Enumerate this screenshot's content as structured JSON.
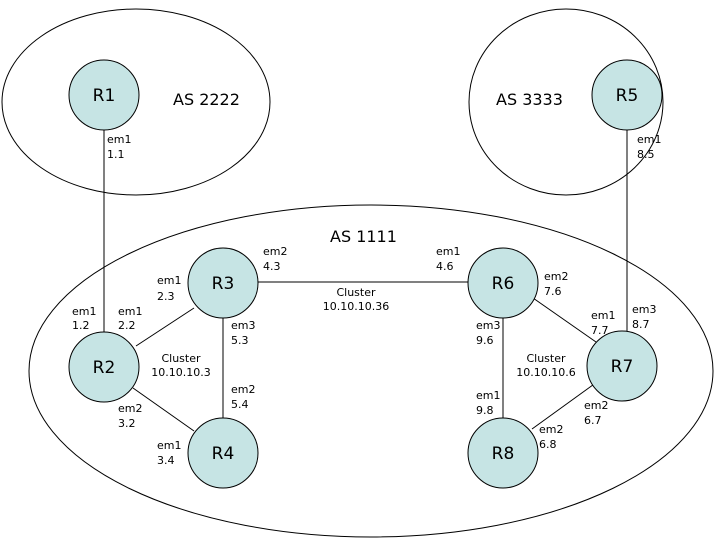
{
  "diagram": {
    "as_areas": [
      {
        "id": "as2222",
        "label": "AS 2222"
      },
      {
        "id": "as3333",
        "label": "AS 3333"
      },
      {
        "id": "as1111",
        "label": "AS 1111"
      }
    ],
    "routers": [
      {
        "id": "r1",
        "label": "R1"
      },
      {
        "id": "r2",
        "label": "R2"
      },
      {
        "id": "r3",
        "label": "R3"
      },
      {
        "id": "r4",
        "label": "R4"
      },
      {
        "id": "r5",
        "label": "R5"
      },
      {
        "id": "r6",
        "label": "R6"
      },
      {
        "id": "r7",
        "label": "R7"
      },
      {
        "id": "r8",
        "label": "R8"
      }
    ],
    "clusters": [
      {
        "title": "Cluster",
        "address": "10.10.10.3"
      },
      {
        "title": "Cluster",
        "address": "10.10.10.36"
      },
      {
        "title": "Cluster",
        "address": "10.10.10.6"
      }
    ],
    "interfaces": [
      {
        "name": "em1",
        "address": "1.1"
      },
      {
        "name": "em1",
        "address": "1.2"
      },
      {
        "name": "em1",
        "address": "2.2"
      },
      {
        "name": "em1",
        "address": "2.3"
      },
      {
        "name": "em2",
        "address": "4.3"
      },
      {
        "name": "em3",
        "address": "5.3"
      },
      {
        "name": "em2",
        "address": "5.4"
      },
      {
        "name": "em2",
        "address": "3.2"
      },
      {
        "name": "em1",
        "address": "3.4"
      },
      {
        "name": "em1",
        "address": "8.5"
      },
      {
        "name": "em1",
        "address": "4.6"
      },
      {
        "name": "em2",
        "address": "7.6"
      },
      {
        "name": "em3",
        "address": "9.6"
      },
      {
        "name": "em1",
        "address": "7.7"
      },
      {
        "name": "em3",
        "address": "8.7"
      },
      {
        "name": "em2",
        "address": "6.7"
      },
      {
        "name": "em1",
        "address": "9.8"
      },
      {
        "name": "em2",
        "address": "6.8"
      }
    ]
  },
  "colors": {
    "router_fill": "#c6e4e4",
    "line": "#000000",
    "background": "#ffffff"
  }
}
